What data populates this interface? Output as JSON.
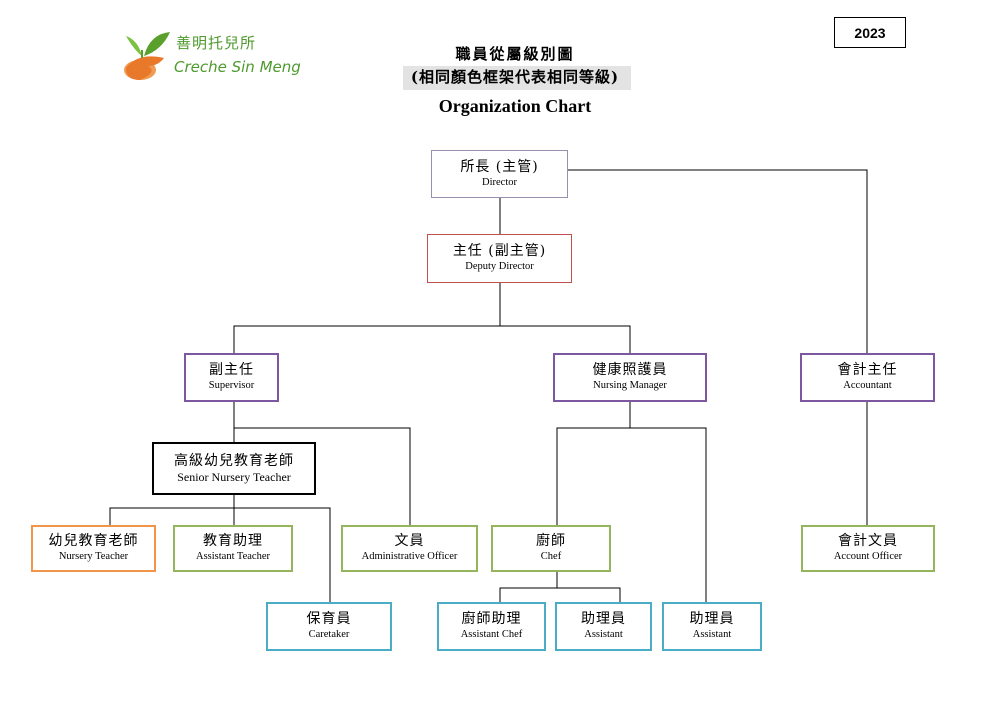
{
  "year": "2023",
  "logo": {
    "name_zh": "善明托兒所",
    "name_en": "Creche Sin Meng",
    "leaf_color": "#5aa02c",
    "hand_color": "#e8782a"
  },
  "header": {
    "title_zh": "職員從屬級別圖",
    "subtitle_zh": "(相同顏色框架代表相同等級)",
    "title_en": "Organization Chart"
  },
  "colors": {
    "director": "#9b8fb0",
    "deputy": "#c0504d",
    "purple": "#7d58a0",
    "senior": "#000000",
    "orange": "#f0954a",
    "green": "#94b55b",
    "teal": "#4bacc6"
  },
  "nodes": {
    "director": {
      "zh": "所長 (主管)",
      "en": "Director"
    },
    "deputy_director": {
      "zh": "主任 (副主管)",
      "en": "Deputy Director"
    },
    "supervisor": {
      "zh": "副主任",
      "en": "Supervisor"
    },
    "nursing_manager": {
      "zh": "健康照護員",
      "en": "Nursing Manager"
    },
    "accountant": {
      "zh": "會計主任",
      "en": "Accountant"
    },
    "senior_teacher": {
      "zh": "高級幼兒教育老師",
      "en": "Senior Nursery Teacher"
    },
    "nursery_teacher": {
      "zh": "幼兒教育老師",
      "en": "Nursery Teacher"
    },
    "assistant_teacher": {
      "zh": "教育助理",
      "en": "Assistant Teacher"
    },
    "admin_officer": {
      "zh": "文員",
      "en": "Administrative Officer"
    },
    "chef": {
      "zh": "廚師",
      "en": "Chef"
    },
    "account_officer": {
      "zh": "會計文員",
      "en": "Account Officer"
    },
    "caretaker": {
      "zh": "保育員",
      "en": "Caretaker"
    },
    "assistant_chef": {
      "zh": "廚師助理",
      "en": "Assistant Chef"
    },
    "assistant_1": {
      "zh": "助理員",
      "en": "Assistant"
    },
    "assistant_2": {
      "zh": "助理員",
      "en": "Assistant"
    }
  }
}
